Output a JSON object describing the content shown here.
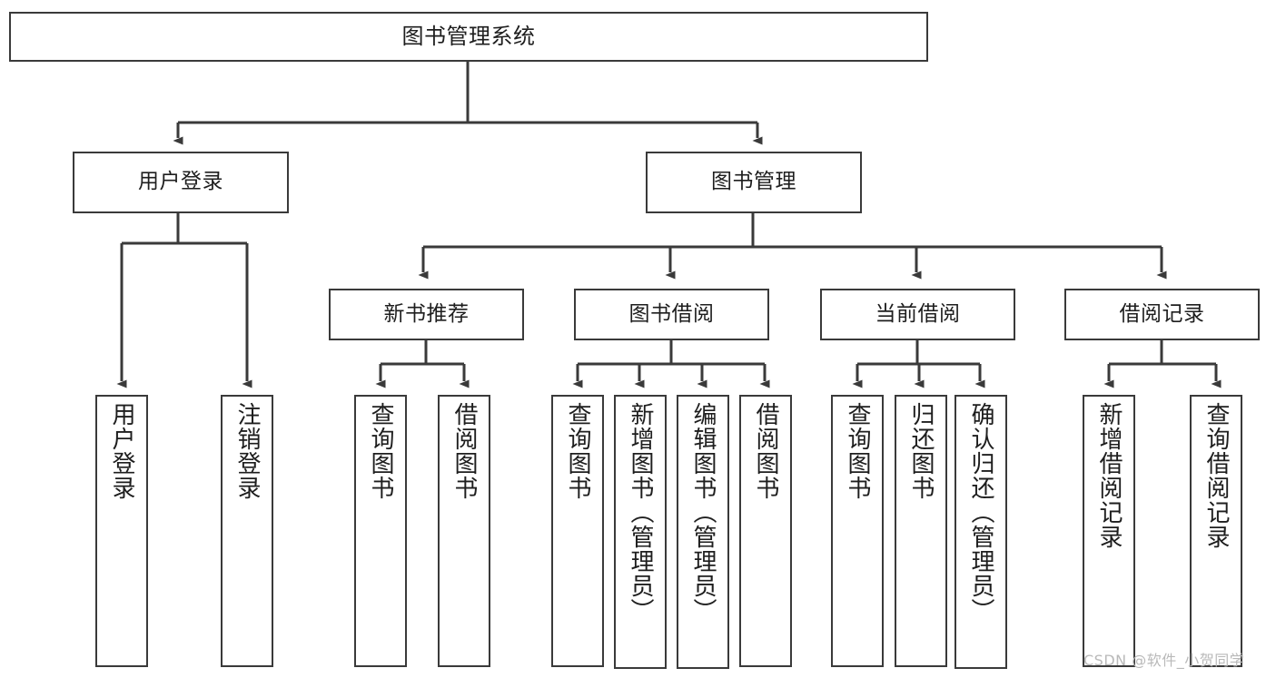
{
  "diagram": {
    "title": "图书管理系统",
    "watermark": "CSDN @软件_小贺同学",
    "line_color": "#3a3a3a",
    "text_color": "#1e1e1e",
    "background": "#ffffff",
    "nodes": {
      "root": "图书管理系统",
      "l2": {
        "user_login": "用户登录",
        "book_manage": "图书管理"
      },
      "l3": {
        "new_book_rec": "新书推荐",
        "book_borrow": "图书借阅",
        "current_borrow": "当前借阅",
        "borrow_record": "借阅记录"
      },
      "leaves": {
        "user_login_1": "用户登录",
        "user_login_2": "注销登录",
        "new_book_rec_1": "查询图书",
        "new_book_rec_2": "借阅图书",
        "book_borrow_1": "查询图书",
        "book_borrow_2": "新增图书（管理员）",
        "book_borrow_3": "编辑图书（管理员）",
        "book_borrow_4": "借阅图书",
        "current_borrow_1": "查询图书",
        "current_borrow_2": "归还图书",
        "current_borrow_3": "确认归还（管理员）",
        "borrow_record_1": "新增借阅记录",
        "borrow_record_2": "查询借阅记录"
      }
    }
  }
}
